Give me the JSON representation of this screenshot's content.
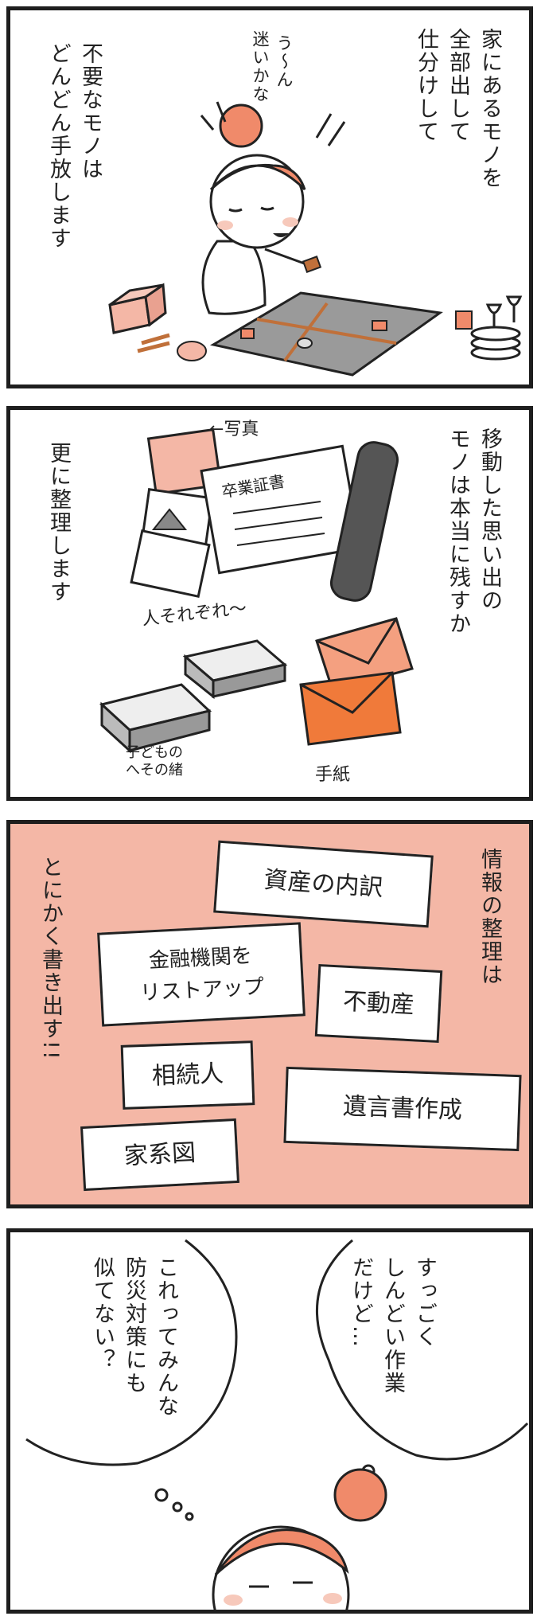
{
  "panel1": {
    "narration_right": "家にあるモノを\n全部出して\n仕分けして",
    "narration_left": "不要なモノは\nどんどん手放します",
    "thought": "迷いかな",
    "sigh": "う〜ん"
  },
  "panel2": {
    "narration_right": "移動した思い出の\nモノは本当に残すか",
    "narration_left": "更に整理します",
    "label_photos": "←写真",
    "label_diploma": "卒業証書",
    "label_varied": "人それぞれ〜",
    "label_umbilical": "子どもの\nへその緒",
    "label_letters": "手紙"
  },
  "panel3": {
    "narration_right": "情報の整理は",
    "narration_left": "とにかく書き出す!!",
    "cards": {
      "assets": "資産の内訳",
      "banks": "金融機関を\nリストアップ",
      "realestate": "不動産",
      "heirs": "相続人",
      "will": "遺言書作成",
      "family": "家系図"
    }
  },
  "panel4": {
    "thought_right": "すっごく\nしんどい作業\nだけど…",
    "thought_left": "これってみんな\n防災対策にも\n似てない？"
  },
  "colors": {
    "accent_pink": "#f4b7a6",
    "hair_orange": "#f08a6a",
    "envelope_orange": "#f07a3a",
    "line": "#222222"
  }
}
